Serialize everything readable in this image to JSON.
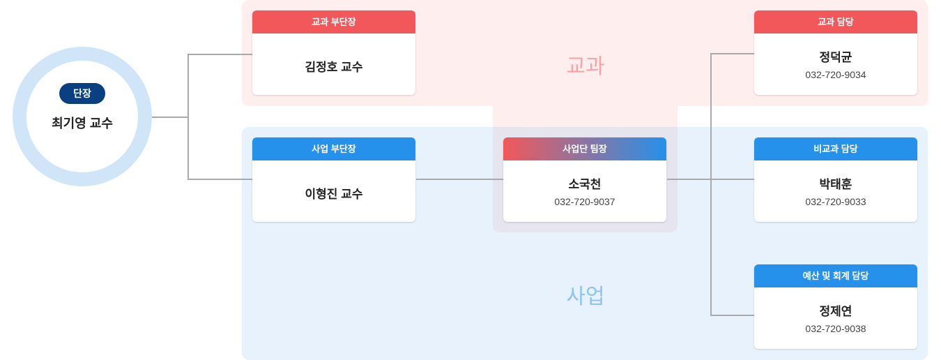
{
  "leader": {
    "badge": "단장",
    "name": "최기영 교수"
  },
  "regions": {
    "curriculum": "교과",
    "business": "사업"
  },
  "cards": [
    {
      "role": "교과 부단장",
      "name": "김정호 교수",
      "phone": ""
    },
    {
      "role": "사업 부단장",
      "name": "이형진 교수",
      "phone": ""
    },
    {
      "role": "사업단 팀장",
      "name": "소국천",
      "phone": "032-720-9037"
    },
    {
      "role": "교과 담당",
      "name": "정덕균",
      "phone": "032-720-9034"
    },
    {
      "role": "비교과 담당",
      "name": "박태훈",
      "phone": "032-720-9033"
    },
    {
      "role": "예산 및 회계 담당",
      "name": "정제연",
      "phone": "032-720-9038"
    }
  ],
  "colors": {
    "curriculum": "#f2585a",
    "business": "#2591ea",
    "leader_badge": "#0a3f82"
  }
}
